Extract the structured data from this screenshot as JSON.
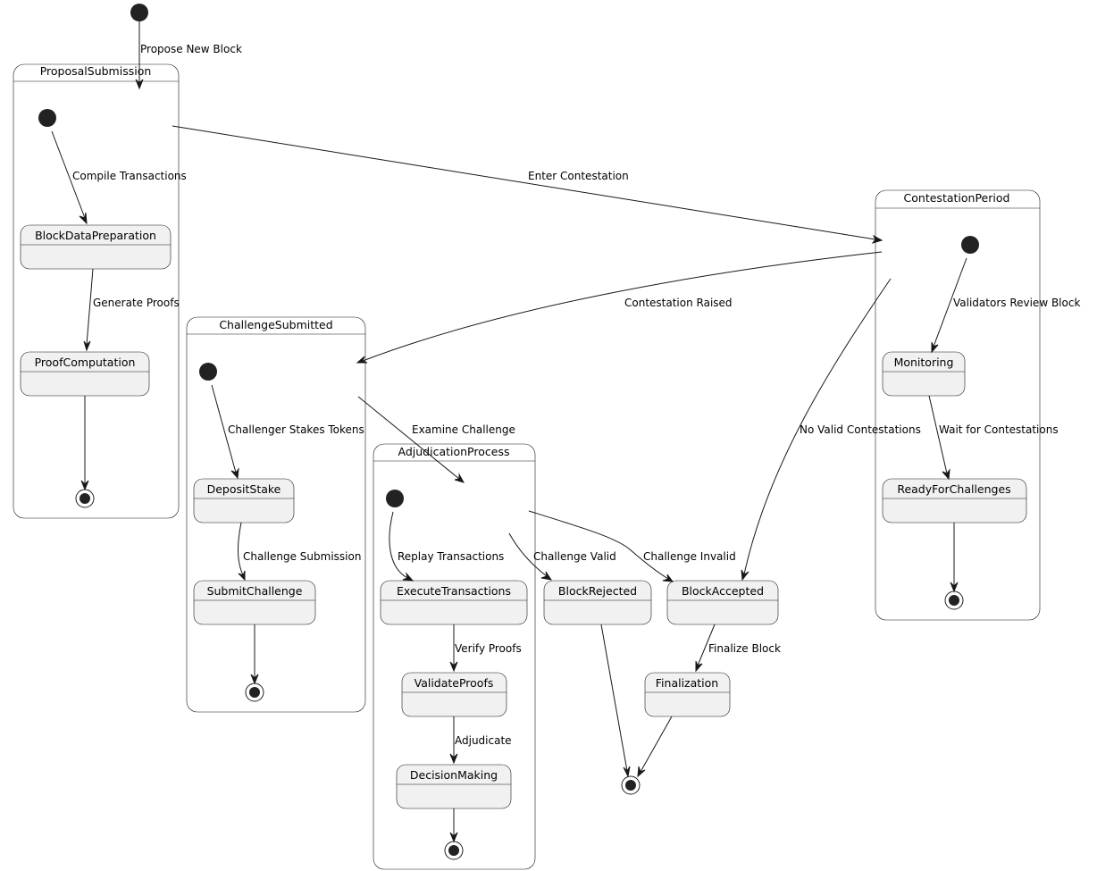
{
  "composites": {
    "proposal_submission": "ProposalSubmission",
    "contestation_period": "ContestationPeriod",
    "challenge_submitted": "ChallengeSubmitted",
    "adjudication_process": "AdjudicationProcess"
  },
  "states": {
    "block_data_preparation": "BlockDataPreparation",
    "proof_computation": "ProofComputation",
    "monitoring": "Monitoring",
    "ready_for_challenges": "ReadyForChallenges",
    "deposit_stake": "DepositStake",
    "submit_challenge": "SubmitChallenge",
    "execute_transactions": "ExecuteTransactions",
    "validate_proofs": "ValidateProofs",
    "decision_making": "DecisionMaking",
    "block_rejected": "BlockRejected",
    "block_accepted": "BlockAccepted",
    "finalization": "Finalization"
  },
  "transitions": {
    "propose_new_block": "Propose New Block",
    "compile_transactions": "Compile Transactions",
    "generate_proofs": "Generate Proofs",
    "enter_contestation": "Enter Contestation",
    "validators_review_block": "Validators Review Block",
    "wait_for_contestations": "Wait for Contestations",
    "contestation_raised": "Contestation Raised",
    "no_valid_contestations": "No Valid Contestations",
    "challenger_stakes_tokens": "Challenger Stakes Tokens",
    "challenge_submission": "Challenge Submission",
    "examine_challenge": "Examine Challenge",
    "replay_transactions": "Replay Transactions",
    "verify_proofs": "Verify Proofs",
    "adjudicate": "Adjudicate",
    "challenge_valid": "Challenge Valid",
    "challenge_invalid": "Challenge Invalid",
    "finalize_block": "Finalize Block"
  }
}
